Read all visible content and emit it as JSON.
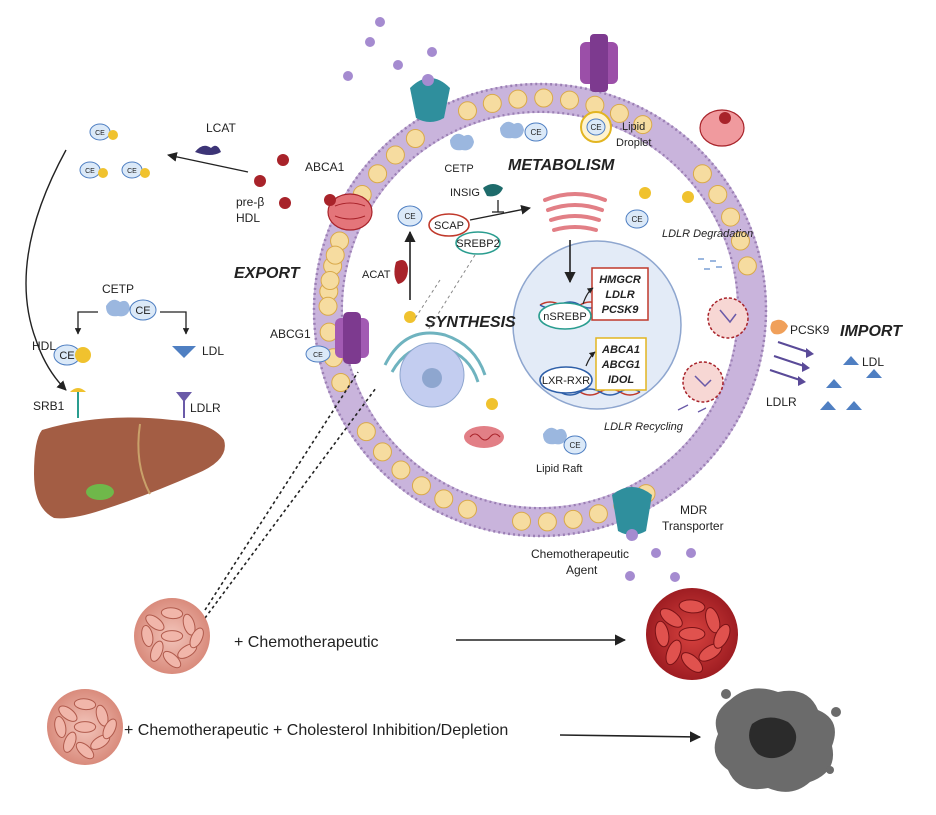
{
  "labels": {
    "lcat": "LCAT",
    "abca1": "ABCA1",
    "pre_beta": "pre-β",
    "hdl_top": "HDL",
    "export": "EXPORT",
    "cetp_left": "CETP",
    "hdl_left": "HDL",
    "ldl_left": "LDL",
    "srb1": "SRB1",
    "ldlr_left": "LDLR",
    "abcg1": "ABCG1",
    "acat": "ACAT",
    "cetp_cell": "CETP",
    "insig": "INSIG",
    "scap": "SCAP",
    "srebp2": "SREBP2",
    "metabolism": "METABOLISM",
    "lipid_droplet_1": "Lipid",
    "lipid_droplet_2": "Droplet",
    "ldlr_degradation": "LDLR Degradation",
    "synthesis": "SYNTHESIS",
    "nsrebp": "nSREBP",
    "lxr_rxr": "LXR-RXR",
    "ldlr_recycling": "LDLR  Recycling",
    "lipid_raft": "Lipid Raft",
    "pcsk9": "PCSK9",
    "import": "IMPORT",
    "ldl_right": "LDL",
    "ldlr_right": "LDLR",
    "mdr_1": "MDR",
    "mdr_2": "Transporter",
    "chemo_1": "Chemotherapeutic",
    "chemo_2": "Agent",
    "ce": "CE"
  },
  "srebp_targets": [
    "HMGCR",
    "LDLR",
    "PCSK9"
  ],
  "lxr_targets": [
    "ABCA1",
    "ABCG1",
    "IDOL"
  ],
  "bottom_rows": [
    "+ Chemotherapeutic",
    "+ Chemotherapeutic + Cholesterol Inhibition/Depletion"
  ],
  "colors": {
    "membrane": "#9b7fb4",
    "lipid_raft": "#f6dca0",
    "cell_interior": "#ffffff",
    "nucleus": "#e3ebf7",
    "hdl_red": "#a8232a",
    "cholesterol_yellow": "#f0c22e",
    "ce_blue": "#dbe9f8",
    "ldl_blue": "#4f7fc2",
    "liver": "#a35d44",
    "transporter_teal": "#2f8f9d",
    "transporter_purple": "#9b4fa8",
    "tumor_pink": "#e7a99c",
    "tumor_red": "#b8262a",
    "dead_cell_gray": "#555555"
  }
}
